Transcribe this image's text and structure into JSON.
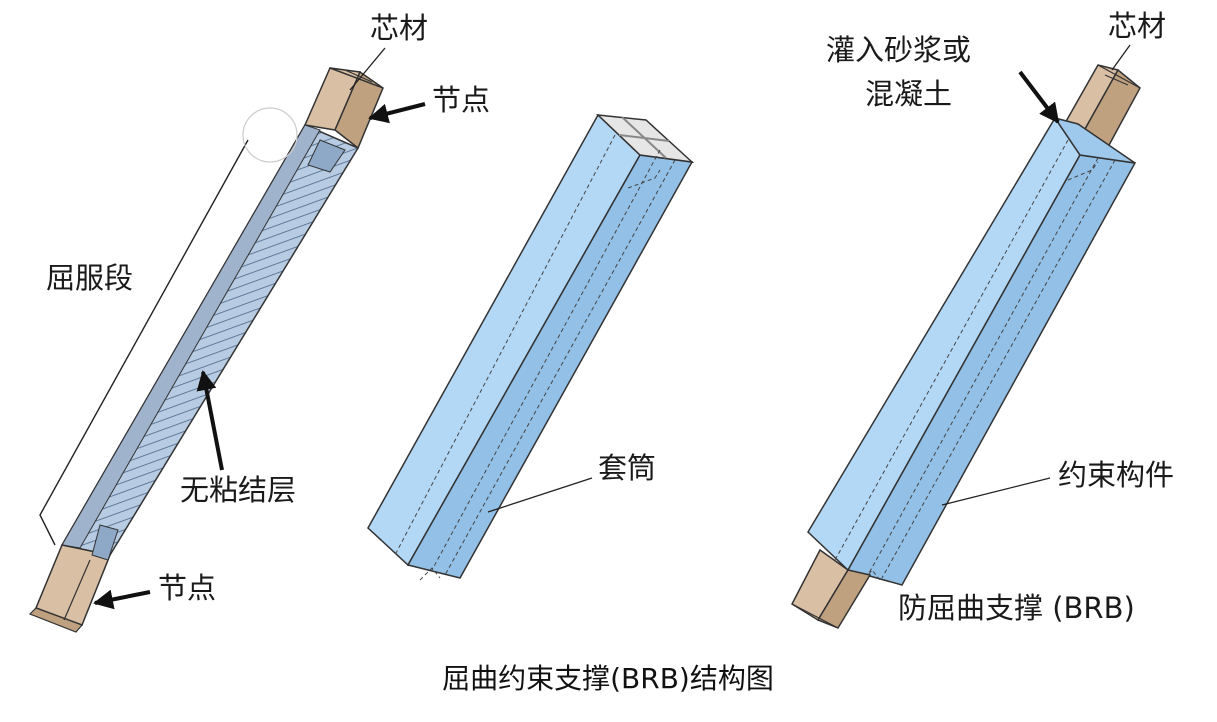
{
  "diagram": {
    "caption": "屈曲约束支撑(BRB)结构图",
    "panel1": {
      "core_label": "芯材",
      "node_top_label": "节点",
      "yield_label": "屈服段",
      "unbonded_label": "无粘结层",
      "node_bottom_label": "节点"
    },
    "panel2": {
      "sleeve_label": "套筒"
    },
    "panel3": {
      "core_label": "芯材",
      "grout_label_line1": "灌入砂浆或",
      "grout_label_line2": "混凝土",
      "restraint_label": "约束构件",
      "brb_label": "防屈曲支撑 (BRB)"
    }
  },
  "colors": {
    "core_tan": "#d9bfa3",
    "core_dark": "#b8997a",
    "sleeve_light": "#a9d1f3",
    "sleeve_mid": "#8fbde4",
    "hatch_blue": "#a7bdd6"
  }
}
